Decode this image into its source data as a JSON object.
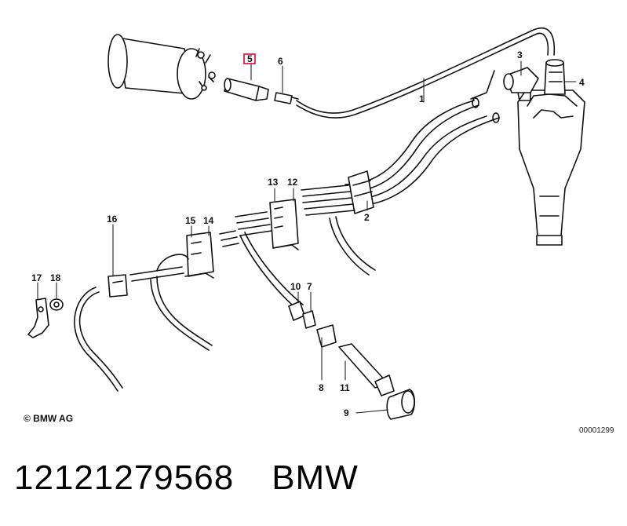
{
  "diagram": {
    "callouts": {
      "c1": "1",
      "c2": "2",
      "c3": "3",
      "c4": "4",
      "c5": "5",
      "c6": "6",
      "c7": "7",
      "c8": "8",
      "c9": "9",
      "c10": "10",
      "c11": "11",
      "c12": "12",
      "c13": "13",
      "c14": "14",
      "c15": "15",
      "c16": "16",
      "c17": "17",
      "c18": "18"
    },
    "highlighted_callout": "5",
    "highlight_color": "#e0003c",
    "copyright": "© BMW AG",
    "diagram_code": "00001299"
  },
  "caption": {
    "part_number": "12121279568",
    "brand": "BMW"
  }
}
